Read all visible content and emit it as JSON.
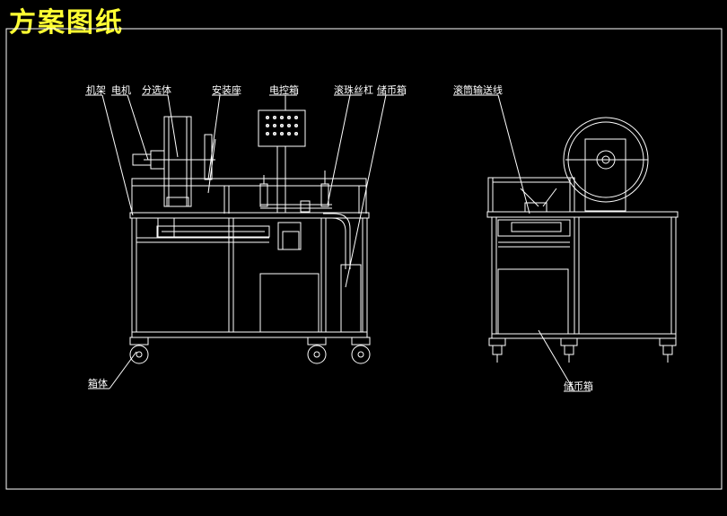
{
  "title": "方案图纸",
  "labels": {
    "jijia": "机架",
    "dianji": "电机",
    "fenxuanti": "分选体",
    "anzhuangzuo": "安装座",
    "diankongxiang": "电控箱",
    "gunzhusigan": "滚珠丝杠",
    "chubixiang_left": "储币箱",
    "gungshusongxian": "滚筒输送线",
    "xiangti": "箱体",
    "chubixiang_right": "储币箱"
  },
  "colors": {
    "line": "#ffffff",
    "title": "#ffff33",
    "background": "#000000"
  }
}
